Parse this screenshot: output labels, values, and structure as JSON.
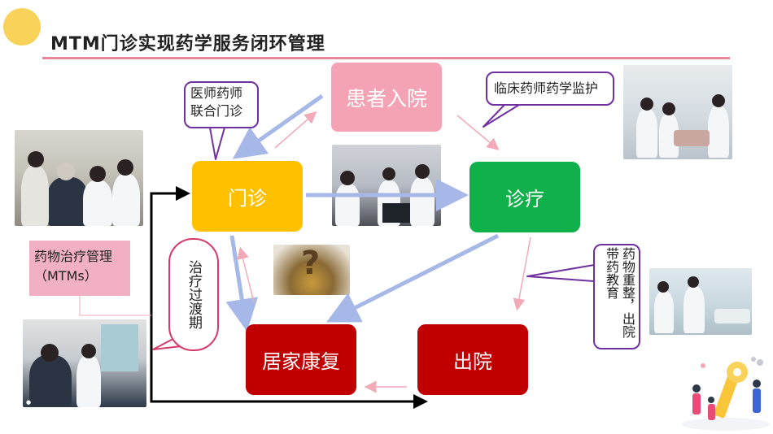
{
  "title": "MTM门诊实现药学服务闭环管理",
  "nodes": {
    "admit": "患者入院",
    "clinic": "门诊",
    "treat": "诊疗",
    "home": "居家康复",
    "discharge": "出院"
  },
  "callouts": {
    "joint_clinic": "医师药师联合门诊",
    "clinical_monitor": "临床药师药学监护",
    "reconciliation": "药物重整，出院带药教育",
    "transition": "治疗过渡期"
  },
  "mtm_box": "药物治疗管理（MTMs）",
  "colors": {
    "accent_line": "#e8879a",
    "title_dot": "#f9d25a",
    "admit": "#f4a3b4",
    "clinic": "#ffc000",
    "treat": "#10b04a",
    "home_discharge": "#c00000",
    "callout_border": "#7030a0",
    "flow_arrow": "#a6b8e8",
    "thin_arrow": "#f2aab8"
  }
}
